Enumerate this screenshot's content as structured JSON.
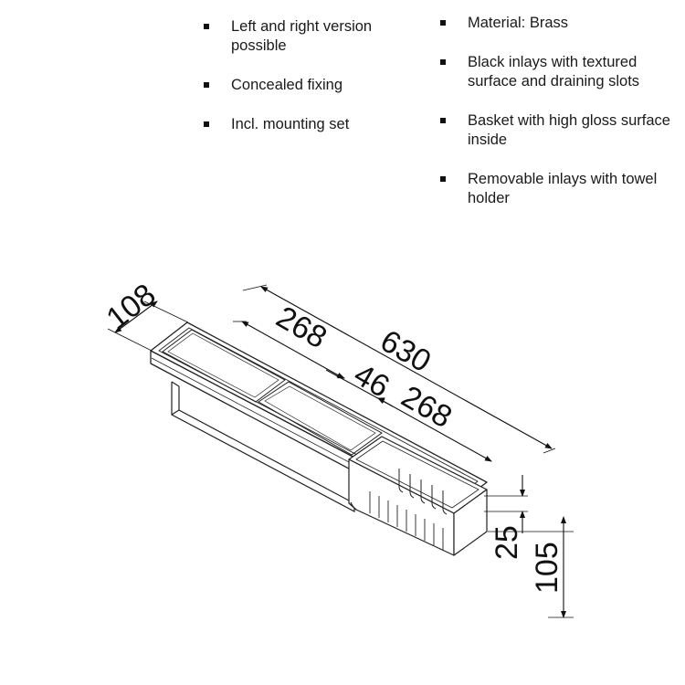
{
  "features_left": [
    "Left and right version possible",
    "Concealed fixing",
    "Incl. mounting set"
  ],
  "features_right": [
    "Material: Brass",
    "Black inlays with textured surface and draining slots",
    "Basket with high gloss surface inside",
    "Removable inlays with towel holder"
  ],
  "dimensions": {
    "depth": "108",
    "inlay_left": "268",
    "total_width": "630",
    "gap": "46",
    "inlay_right": "268",
    "basket_height": "25",
    "total_height": "105"
  }
}
